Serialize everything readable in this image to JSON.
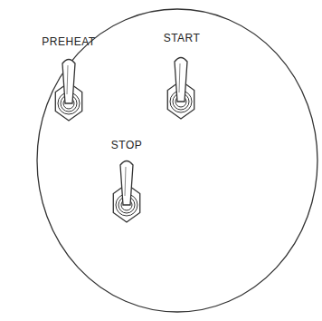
{
  "diagram": {
    "labels": [
      "PREHEAT",
      "START",
      "STOP"
    ]
  }
}
